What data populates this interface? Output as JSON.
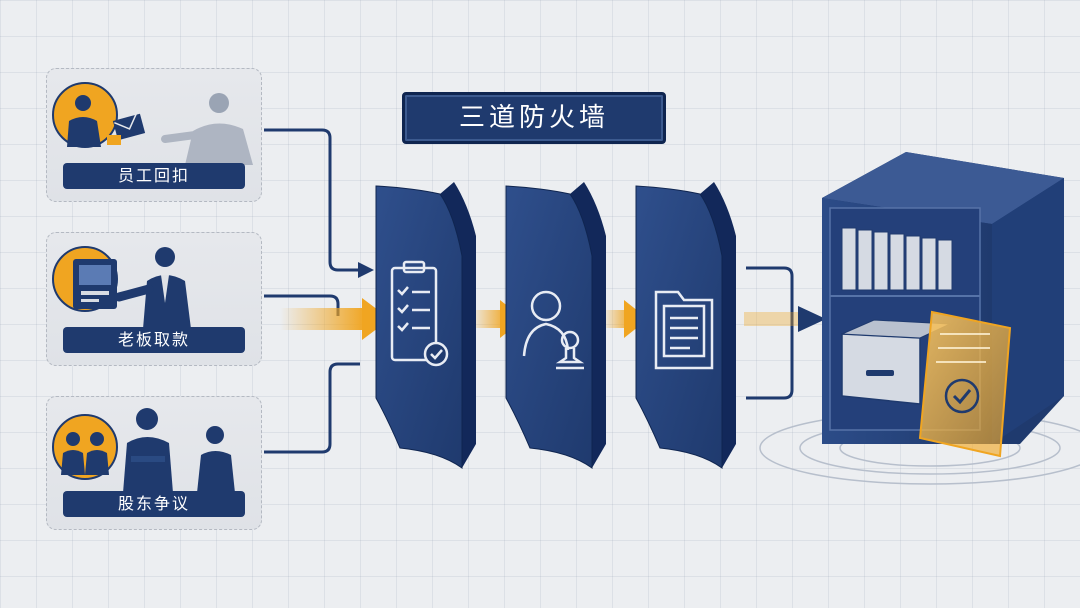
{
  "title": "三道防火墙",
  "sources": [
    {
      "label": "员工回扣",
      "icon": "employee-kickback-icon"
    },
    {
      "label": "老板取款",
      "icon": "boss-withdrawal-icon"
    },
    {
      "label": "股东争议",
      "icon": "shareholder-dispute-icon"
    }
  ],
  "firewalls": [
    {
      "icon": "checklist-icon"
    },
    {
      "icon": "person-seal-icon"
    },
    {
      "icon": "folder-document-icon"
    }
  ],
  "target": {
    "icon": "safe-cabinet-icon"
  },
  "colors": {
    "navy": "#1f3a6e",
    "accent": "#f0a521",
    "background": "#eceef1"
  }
}
